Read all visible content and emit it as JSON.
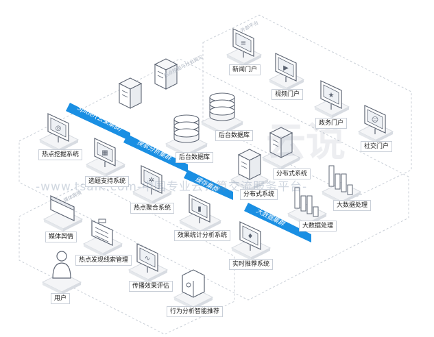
{
  "colors": {
    "ribbon": "#1a8fe3",
    "outline": "#5d6573",
    "label_border": "#c9cfd8",
    "platform_top": "#f4f5f7",
    "group_line": "#c8ced6"
  },
  "watermark": {
    "url_text": "-www.tsaik.com-中国专业云计算交流服务平台-",
    "brand_text": "云说"
  },
  "groups": [
    {
      "id": "portal",
      "title": "外部平台"
    },
    {
      "id": "hot",
      "title": "热点挖掘与社会舆论"
    },
    {
      "id": "media",
      "title": "媒体舆情"
    }
  ],
  "ribbons": [
    {
      "id": "spider",
      "text": "Spider(云采集群)"
    },
    {
      "id": "search",
      "text": "搜索分析集群"
    },
    {
      "id": "cache",
      "text": "缓存集群"
    },
    {
      "id": "bigdata",
      "text": "大数据集群"
    }
  ],
  "nodes": [
    {
      "id": "news-portal",
      "label": "新闻门户",
      "icon": "news-icon"
    },
    {
      "id": "video-portal",
      "label": "视频门户",
      "icon": "play-icon"
    },
    {
      "id": "gov-portal",
      "label": "政务门户",
      "icon": "shield-star-icon"
    },
    {
      "id": "social-portal",
      "label": "社交门户",
      "icon": "people-icon"
    },
    {
      "id": "hot-mining",
      "label": "热点挖掘系统",
      "icon": "target-icon"
    },
    {
      "id": "topic-support",
      "label": "选题支持系统",
      "icon": "grid-icon"
    },
    {
      "id": "hot-aggregate",
      "label": "热点聚合系统",
      "icon": "network-icon"
    },
    {
      "id": "backend-db-1",
      "label": "后台数据库",
      "icon": "database-icon"
    },
    {
      "id": "backend-db-2",
      "label": "后台数据库",
      "icon": "database-icon"
    },
    {
      "id": "distributed-1",
      "label": "分布式系统",
      "icon": "server-icon"
    },
    {
      "id": "distributed-2",
      "label": "分布式系统",
      "icon": "server-icon"
    },
    {
      "id": "bigdata-proc-1",
      "label": "大数据处理",
      "icon": "bar-blocks-icon"
    },
    {
      "id": "bigdata-proc-2",
      "label": "大数据处理",
      "icon": "bar-blocks-icon"
    },
    {
      "id": "effect-stats",
      "label": "效果统计分析系统",
      "icon": "bar-chart-icon"
    },
    {
      "id": "realtime-recommend",
      "label": "实时推荐系统",
      "icon": "thumbs-up-icon"
    },
    {
      "id": "media-opinion",
      "label": "媒体舆情",
      "icon": "browser-icon"
    },
    {
      "id": "clue-search",
      "label": "热点发现线索管理",
      "icon": "clipboard-icon"
    },
    {
      "id": "spread-eval",
      "label": "传播效果评估",
      "icon": "line-chart-icon"
    },
    {
      "id": "behavior-analysis",
      "label": "行为分析智能推荐",
      "icon": "puzzle-icon"
    },
    {
      "id": "user",
      "label": "用户",
      "icon": "user-icon"
    }
  ]
}
